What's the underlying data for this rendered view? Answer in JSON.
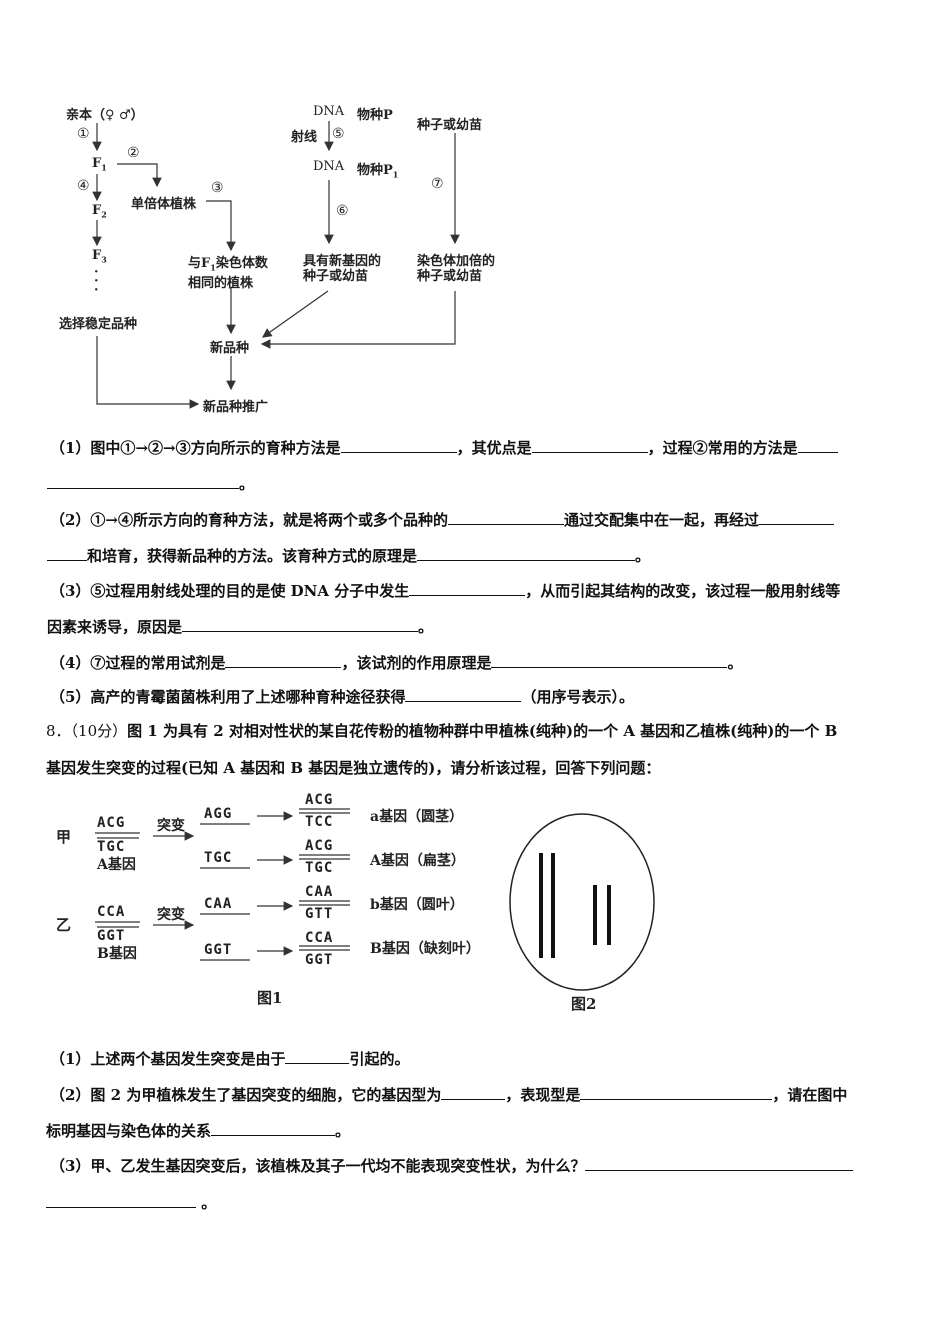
{
  "diagram1": {
    "parent": "亲本（♀ ♂）",
    "step1": "①",
    "f1": "F",
    "f1_sub": "1",
    "step2": "②",
    "step4": "④",
    "f2": "F",
    "f2_sub": "2",
    "f3": "F",
    "f3_sub": "3",
    "dots": "·\n·\n·",
    "select_stable": "选择稳定品种",
    "haploid": "单倍体植株",
    "step3": "③",
    "same_f1_line1_pre": "与F",
    "same_f1_sub": "1",
    "same_f1_line1_post": "染色体数",
    "same_f1_line2": "相同的植株",
    "dna_top": "DNA",
    "species_p": "物种P",
    "ray": "射线",
    "step5": "⑤",
    "dna_mid": "DNA",
    "species_p1": "物种P",
    "species_p1_sub": "1",
    "step6": "⑥",
    "new_gene_line1": "具有新基因的",
    "new_gene_line2": "种子或幼苗",
    "seed_top": "种子或幼苗",
    "step7": "⑦",
    "doubled_line1": "染色体加倍的",
    "doubled_line2": "种子或幼苗",
    "new_variety": "新品种",
    "promote": "新品种推广"
  },
  "questions7": [
    {
      "id": "q1",
      "text_a": "（1）图中①→②→③方向所示的育种方法是",
      "text_b": "，其优点是",
      "text_c": "，过程②常用的方法是",
      "text_d": "。"
    },
    {
      "id": "q2",
      "text_a": "（2）①→④所示方向的育种方法，就是将两个或多个品种的",
      "text_b": "通过交配集中在一起，再经过",
      "text_c": "和培育，获得新品种的方法。该育种方式的原理是",
      "text_d": "。"
    },
    {
      "id": "q3",
      "text_a": "（3）⑤过程用射线处理的目的是使 DNA 分子中发生",
      "text_b": "，从而引起其结构的改变，该过程一般用射线等",
      "text_c": "因素来诱导，原因是",
      "text_d": "。"
    },
    {
      "id": "q4",
      "text_a": "（4）⑦过程的常用试剂是",
      "text_b": "，该试剂的作用原理是",
      "text_c": "。"
    },
    {
      "id": "q5",
      "text_a": "（5）高产的青霉菌菌株利用了上述哪种育种途径获得",
      "text_b": "（用序号表示）。"
    }
  ],
  "q8": {
    "number": "8．（10分）",
    "stem_line1": "图 1 为具有 2 对相对性状的某自花传粉的植物种群中甲植株(纯种)的一个 A 基因和乙植株(纯种)的一个 B",
    "stem_line2": "基因发生突变的过程(已知 A 基因和 B 基因是独立遗传的)，请分析该过程，回答下列问题：",
    "fig1": {
      "jia": "甲",
      "yi": "乙",
      "mutation1": "突变",
      "mutation2": "突变",
      "a_top": "ACG",
      "a_bottom": "TGC",
      "a_label": "A基因",
      "agg": "AGG",
      "tgc": "TGC",
      "a_res_top": "ACG",
      "a_res_bottom": "TCC",
      "a_small": "a基因（圆茎）",
      "a2_res_top": "ACG",
      "a2_res_bottom": "TGC",
      "a_big": "A基因（扁茎）",
      "b_top": "CCA",
      "b_bottom": "GGT",
      "b_label": "B基因",
      "caa": "CAA",
      "ggt": "GGT",
      "b_res_top": "CAA",
      "b_res_bottom": "GTT",
      "b_small": "b基因（圆叶）",
      "b2_res_top": "CCA",
      "b2_res_bottom": "GGT",
      "b_big": "B基因（缺刻叶）",
      "caption": "图1"
    },
    "fig2_caption": "图2",
    "sub1_a": "（1）上述两个基因发生突变是由于",
    "sub1_b": "引起的。",
    "sub2_a": "（2）图 2 为甲植株发生了基因突变的细胞，它的基因型为",
    "sub2_b": "，表现型是",
    "sub2_c": "，请在图中",
    "sub2_d": "标明基因与染色体的关系",
    "sub2_e": "。",
    "sub3_a": "（3）甲、乙发生基因突变后，该植株及其子一代均不能表现突变性状，为什么？",
    "sub3_b": "。"
  }
}
